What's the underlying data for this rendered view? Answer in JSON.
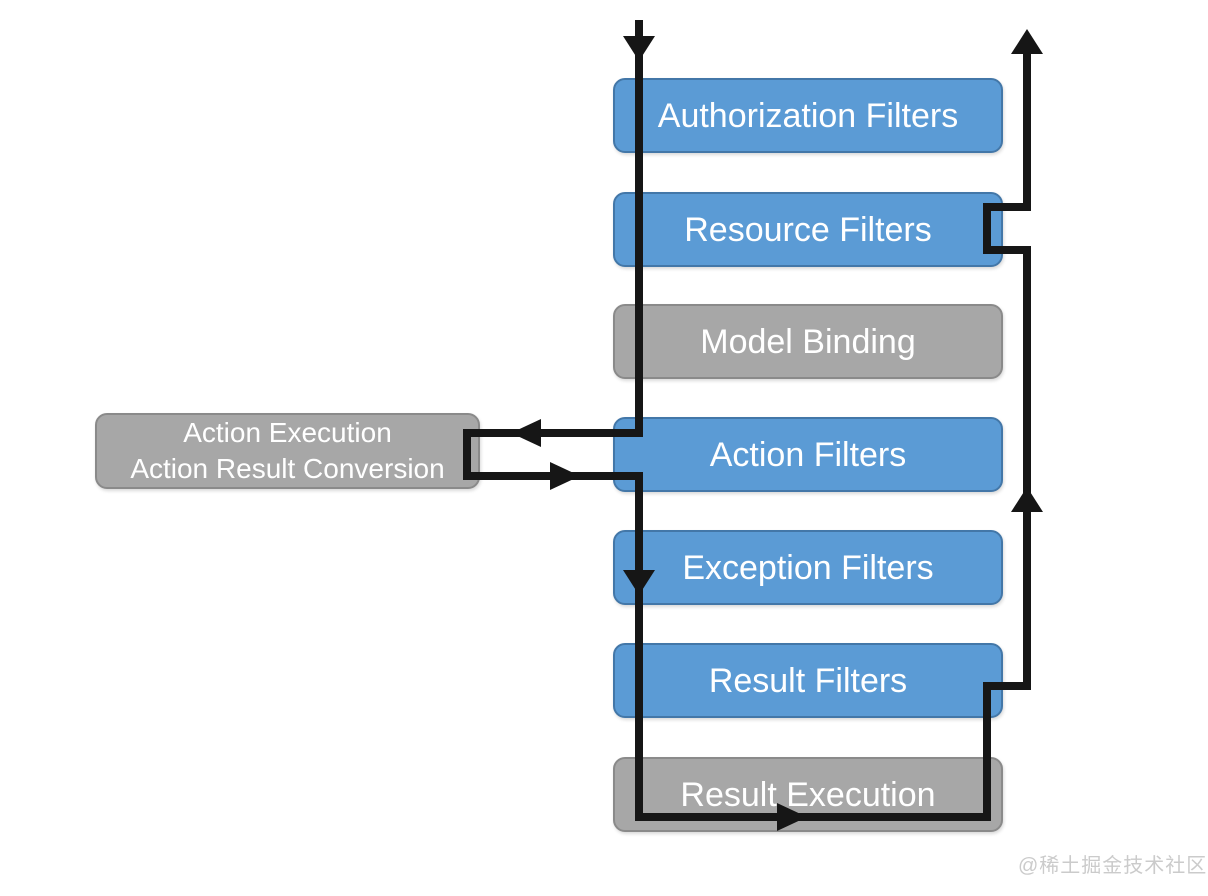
{
  "pipeline": {
    "boxes": [
      {
        "id": "authorization-filters",
        "label": "Authorization Filters",
        "variant": "blue"
      },
      {
        "id": "resource-filters",
        "label": "Resource Filters",
        "variant": "blue"
      },
      {
        "id": "model-binding",
        "label": "Model Binding",
        "variant": "gray"
      },
      {
        "id": "action-filters",
        "label": "Action Filters",
        "variant": "blue"
      },
      {
        "id": "exception-filters",
        "label": "Exception Filters",
        "variant": "blue"
      },
      {
        "id": "result-filters",
        "label": "Result Filters",
        "variant": "blue"
      },
      {
        "id": "result-execution",
        "label": "Result Execution",
        "variant": "gray"
      }
    ]
  },
  "side_box": {
    "line1": "Action Execution",
    "line2": "Action Result Conversion",
    "variant": "gray"
  },
  "watermark": "@稀土掘金技术社区",
  "colors": {
    "blue_fill": "#5B9BD5",
    "blue_border": "#4377A8",
    "gray_fill": "#A7A7A7",
    "gray_border": "#8A8A8A",
    "arrow": "#161616",
    "label_text": "#FFFFFF",
    "watermark_text": "#CBCBCB",
    "background": "#FFFFFF"
  }
}
